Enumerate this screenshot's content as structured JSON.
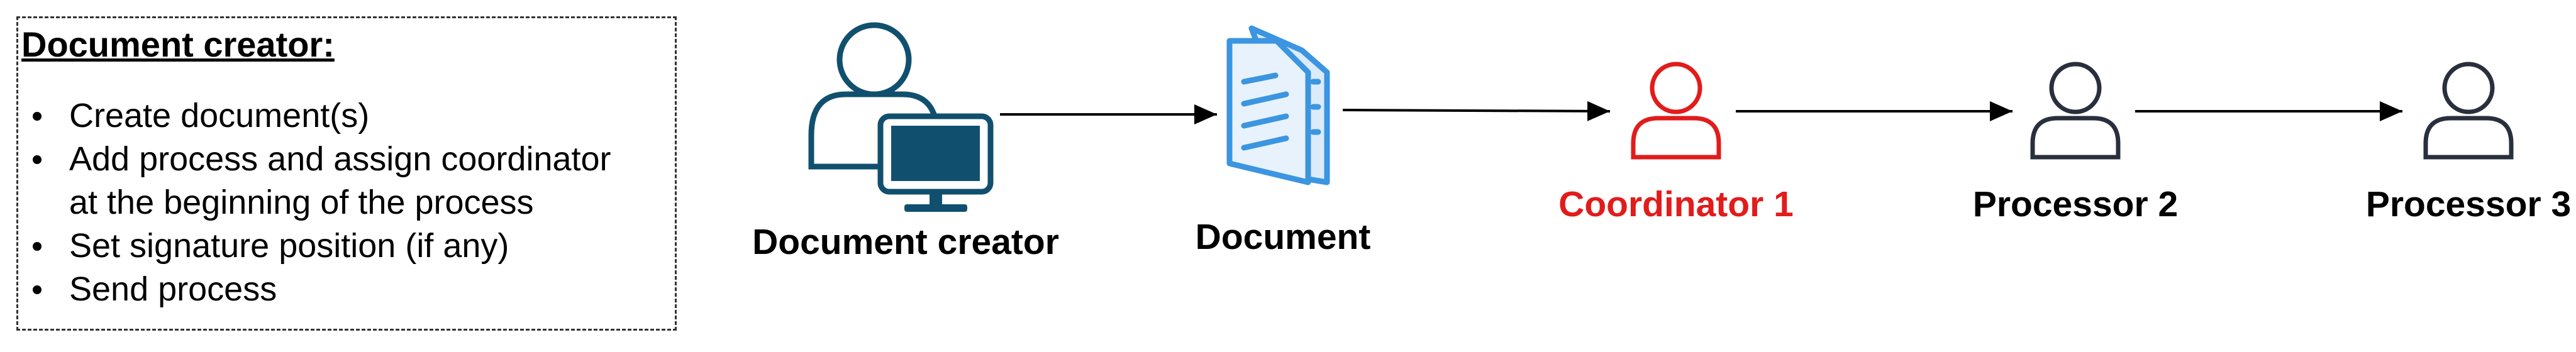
{
  "note": {
    "title": "Document creator:",
    "items": [
      "Create document(s)",
      "Add process and assign coordinator",
      "at the beginning of the process",
      "Set signature position (if any)",
      "Send process"
    ]
  },
  "nodes": {
    "creator": "Document creator",
    "document": "Document",
    "coordinator": "Coordinator 1",
    "processor2": "Processor 2",
    "processor3": "Processor 3"
  },
  "colors": {
    "creator_icon": "#10506e",
    "document_icon": "#3b95e0",
    "coordinator": "#e21b1b",
    "processor_icon": "#2a2f3e",
    "arrow": "#000000"
  },
  "icons": {
    "creator": "user-with-monitor-icon",
    "document": "documents-icon",
    "person": "person-icon"
  }
}
